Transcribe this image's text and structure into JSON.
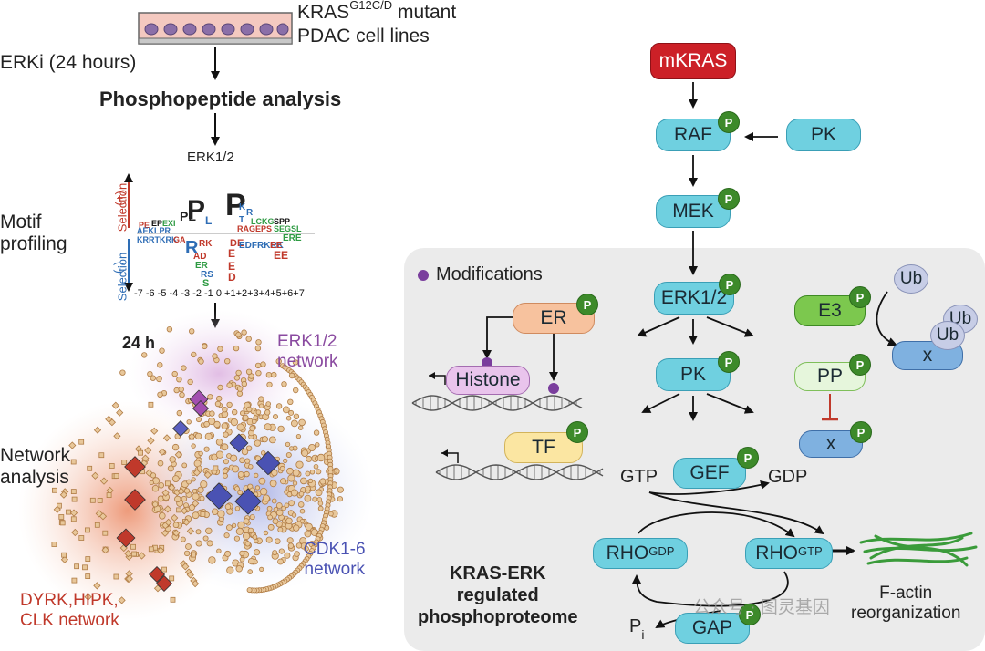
{
  "left": {
    "cell_label_main": "KRAS",
    "cell_label_sup": "G12C/D",
    "cell_label_rest": " mutant",
    "cell_label_line2": "PDAC cell lines",
    "erki": "ERKi (24 hours)",
    "phospho": "Phosphopeptide analysis",
    "erk12_logo": "ERK1/2",
    "motif": "Motif\nprofiling",
    "sel_plus": "(+)",
    "sel_plus_word": "Selection",
    "sel_minus": "(-)",
    "sel_minus_word": "Selection",
    "positions": "-7 -6 -5 -4 -3 -2 -1 0 +1+2+3+4+5+6+7",
    "time24": "24 h",
    "erk_network": "ERK1/2\nnetwork",
    "network_analysis": "Network\nanalysis",
    "cdk_network": "CDK1-6\nnetwork",
    "dyrk_network": "DYRK,HIPK,\nCLK network"
  },
  "right": {
    "mkras": "mKRAS",
    "raf": "RAF",
    "pk_top": "PK",
    "mek": "MEK",
    "modifications": "Modifications",
    "erk12": "ERK1/2",
    "er": "ER",
    "histone": "Histone",
    "pk_mid": "PK",
    "tf": "TF",
    "e3": "E3",
    "ub1": "Ub",
    "ub2": "Ub",
    "ub3": "Ub",
    "x_ub": "x",
    "pp": "PP",
    "x_pp": "x",
    "gtp": "GTP",
    "gef": "GEF",
    "gdp": "GDP",
    "rho_gdp": "RHO",
    "rho_gdp_sup": "GDP",
    "rho_gtp": "RHO",
    "rho_gtp_sup": "GTP",
    "pi": "P",
    "pi_sub": "i",
    "gap": "GAP",
    "factin": "F-actin\nreorganization",
    "title": "KRAS-ERK\nregulated\nphosphoproteome",
    "p": "P"
  },
  "watermark": "公众号 · 图灵基因"
}
